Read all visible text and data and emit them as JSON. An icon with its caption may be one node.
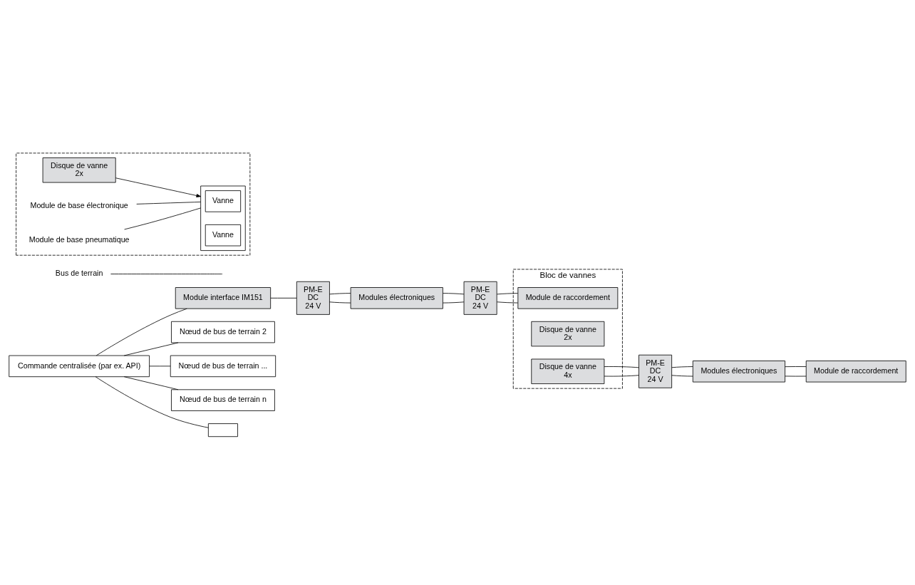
{
  "diagram": {
    "nodes": [
      {
        "text": [
          "Commande centralisée (par ex. API)"
        ]
      },
      {
        "text": [
          "Module interface IM151"
        ]
      },
      {
        "text": [
          "PM-E",
          "DC",
          "24 V"
        ]
      },
      {
        "text": [
          "Modules électroniques"
        ]
      },
      {
        "text": [
          "PM-E",
          "DC",
          "24 V"
        ]
      },
      {
        "text": [
          "Bloc de vannes"
        ]
      },
      {
        "text": [
          "Module de raccordement"
        ],
        "in": 5
      },
      {
        "text": [
          "Disque de vanne",
          "2x"
        ],
        "in": 5
      },
      {
        "text": [
          "Disque de vanne",
          "4x"
        ],
        "in": 5
      },
      {
        "text": [
          "PM-E",
          "DC",
          "24 V"
        ]
      },
      {
        "text": [
          "Modules électroniques"
        ]
      },
      {
        "text": [
          "Module de raccordement"
        ]
      },
      {
        "text": [
          "Bus de terrain"
        ]
      },
      {
        "text": [
          "Nœud de bus de terrain 2"
        ]
      },
      {
        "text": [
          "Nœud de bus de terrain ..."
        ]
      },
      {
        "text": [
          "Nœud de bus de terrain n"
        ]
      },
      {
        "text": [],
        "shape": "box"
      },
      {
        "text": [],
        "shape": "box"
      },
      {
        "text": [
          "Disque de vanne",
          "2x"
        ],
        "in": 17
      },
      {
        "text": [],
        "shape": "box",
        "in": 17
      },
      {
        "text": [
          "Vanne"
        ],
        "in": 19
      },
      {
        "text": [
          "Vanne"
        ],
        "in": 19
      },
      {
        "text": [
          "Module de base électronique"
        ],
        "in": 17
      },
      {
        "text": [
          "Module de base pneumatique"
        ],
        "in": 17
      }
    ],
    "edges": [
      {
        "from": 0,
        "to": 1,
        "arrow": "none"
      },
      {
        "from": 1,
        "to": 2,
        "arrow": "none"
      },
      {
        "from": 2,
        "to": 3,
        "arrow": "none"
      },
      {
        "from": 2,
        "to": 3,
        "arrow": "none"
      },
      {
        "from": 3,
        "to": 4,
        "arrow": "none"
      },
      {
        "from": 3,
        "to": 4,
        "arrow": "none"
      },
      {
        "from": 4,
        "to": 6,
        "arrow": "none"
      },
      {
        "from": 4,
        "to": 6,
        "arrow": "none"
      },
      {
        "from": 8,
        "to": 9,
        "arrow": "none"
      },
      {
        "from": 8,
        "to": 9,
        "arrow": "none"
      },
      {
        "from": 9,
        "to": 10,
        "arrow": "none"
      },
      {
        "from": 9,
        "to": 10,
        "arrow": "none"
      },
      {
        "from": 10,
        "to": 11,
        "arrow": "none"
      },
      {
        "from": 10,
        "to": 11,
        "arrow": "none"
      },
      {
        "from": 12,
        "to": null,
        "arrow": "none"
      },
      {
        "from": 0,
        "to": 13,
        "arrow": "none"
      },
      {
        "from": 0,
        "to": 14,
        "arrow": "none"
      },
      {
        "from": 0,
        "to": 15,
        "arrow": "none"
      },
      {
        "from": 0,
        "to": 16,
        "arrow": "none"
      },
      {
        "from": 18,
        "to": 19,
        "arrow": "to"
      },
      {
        "from": 22,
        "to": 19,
        "arrow": "none"
      },
      {
        "from": 23,
        "to": 19,
        "arrow": "none"
      }
    ]
  }
}
